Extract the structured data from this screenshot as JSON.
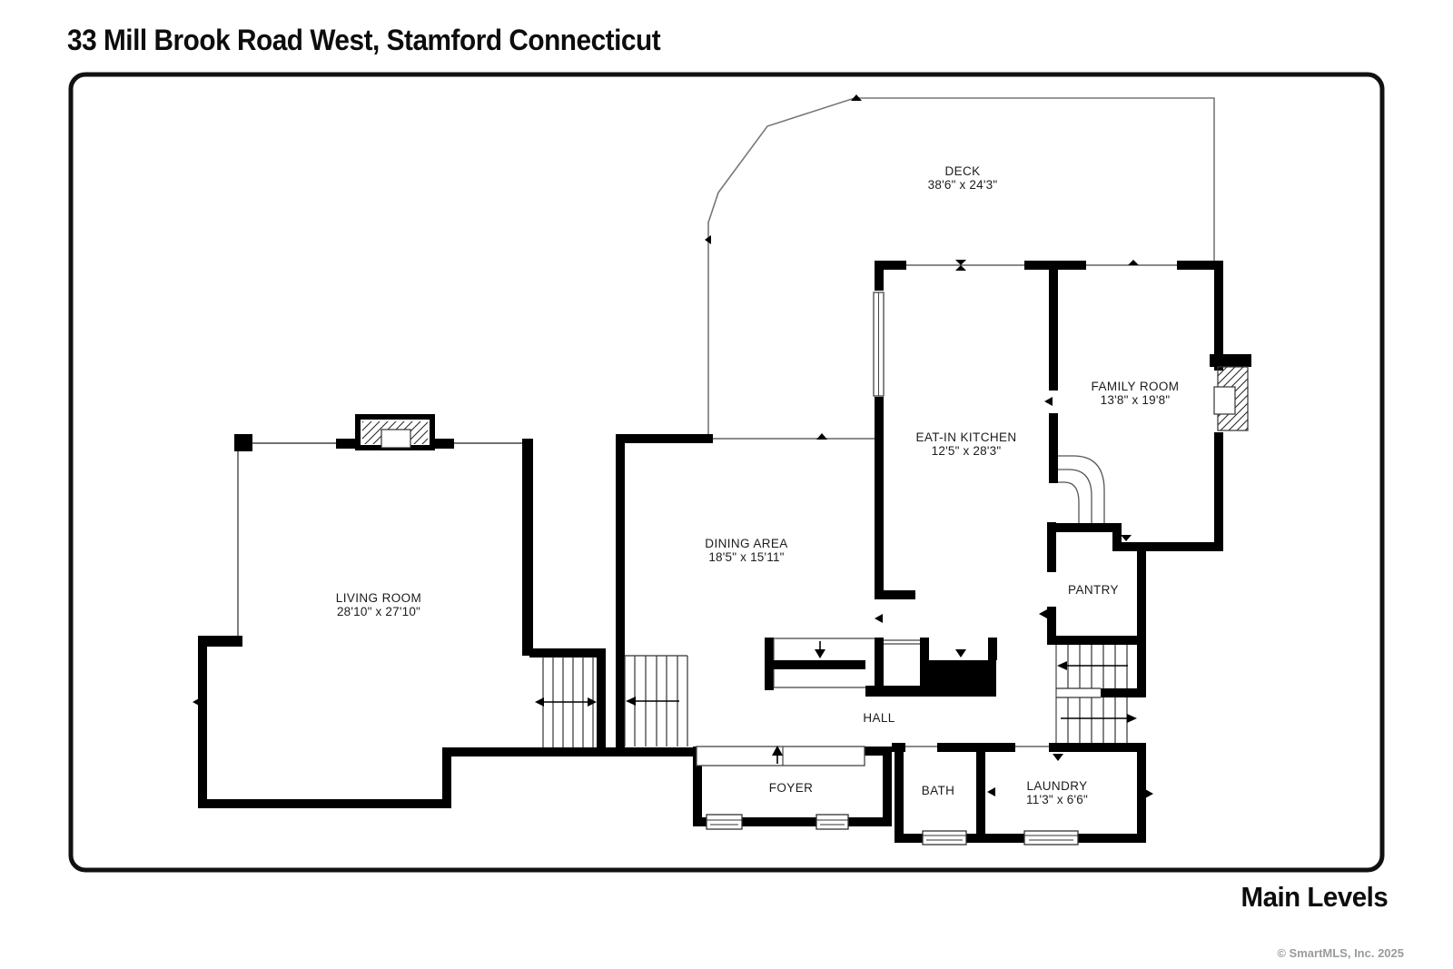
{
  "header": {
    "title": "33 Mill Brook Road West, Stamford Connecticut"
  },
  "footer": {
    "plan_name": "Main Levels",
    "copyright": "© SmartMLS, Inc. 2025"
  },
  "colors": {
    "wall": "#000000",
    "thin_line": "#444444",
    "deck_line": "#777777",
    "text": "#1c1c1c",
    "copyright_text": "#9b9b9b",
    "background": "#ffffff"
  },
  "icons": [
    {
      "name": "stairs-icon",
      "meaning": "staircase with direction arrow"
    },
    {
      "name": "fireplace-icon",
      "meaning": "hatched fireplace box"
    },
    {
      "name": "window-icon",
      "meaning": "double-hung window symbol"
    },
    {
      "name": "door-arrow-icon",
      "meaning": "entry/door direction arrow"
    }
  ],
  "rooms": [
    {
      "id": "deck",
      "name": "DECK",
      "dims": "38'6\" x 24'3\""
    },
    {
      "id": "family-room",
      "name": "FAMILY ROOM",
      "dims": "13'8\" x 19'8\""
    },
    {
      "id": "kitchen",
      "name": "EAT-IN KITCHEN",
      "dims": "12'5\" x 28'3\""
    },
    {
      "id": "dining-area",
      "name": "DINING AREA",
      "dims": "18'5\" x 15'11\""
    },
    {
      "id": "living-room",
      "name": "LIVING ROOM",
      "dims": "28'10\" x 27'10\""
    },
    {
      "id": "pantry",
      "name": "PANTRY",
      "dims": ""
    },
    {
      "id": "hall",
      "name": "HALL",
      "dims": ""
    },
    {
      "id": "foyer",
      "name": "FOYER",
      "dims": ""
    },
    {
      "id": "bath",
      "name": "BATH",
      "dims": ""
    },
    {
      "id": "laundry",
      "name": "LAUNDRY",
      "dims": "11'3\" x 6'6\""
    }
  ]
}
